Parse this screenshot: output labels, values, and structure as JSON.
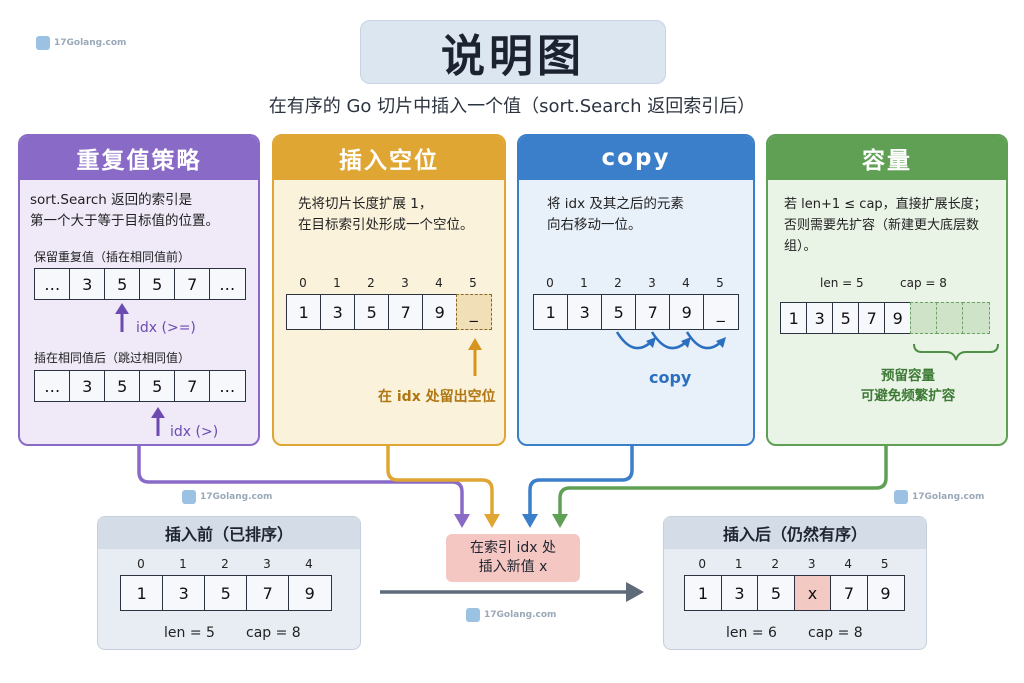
{
  "title": "说明图",
  "subtitle": "在有序的 Go 切片中插入一个值（sort.Search 返回索引后）",
  "watermark": "17Golang.com",
  "colors": {
    "purple": "#8a6ac7",
    "orange": "#e0a633",
    "blue": "#3b7ec9",
    "green": "#5fa055",
    "highlight": "#f4c7c2"
  },
  "panel1": {
    "header": "重复值策略",
    "text_line1": "sort.Search 返回的索引是",
    "text_line2": "第一个大于等于目标值的位置。",
    "sub1_label": "保留重复值（插在相同值前）",
    "row1": [
      "…",
      "3",
      "5",
      "5",
      "7",
      "…"
    ],
    "arrow1_label": "idx (>=)",
    "sub2_label": "插在相同值后（跳过相同值）",
    "row2": [
      "…",
      "3",
      "5",
      "5",
      "7",
      "…"
    ],
    "arrow2_label": "idx (>)"
  },
  "panel2": {
    "header": "插入空位",
    "text_line1": "先将切片长度扩展 1，",
    "text_line2": "在目标索引处形成一个空位。",
    "indices": [
      "0",
      "1",
      "2",
      "3",
      "4",
      "5"
    ],
    "cells": [
      "1",
      "3",
      "5",
      "7",
      "9",
      "_"
    ],
    "caption": "在 idx 处留出空位"
  },
  "panel3": {
    "header": "copy",
    "text_line1": "将 idx 及其之后的元素",
    "text_line2": "向右移动一位。",
    "indices": [
      "0",
      "1",
      "2",
      "3",
      "4",
      "5"
    ],
    "cells": [
      "1",
      "3",
      "5",
      "7",
      "9",
      "_"
    ],
    "caption": "copy"
  },
  "panel4": {
    "header": "容量",
    "text_line1": "若 len+1 ≤ cap，直接扩展长度；",
    "text_line2": "否则需要先扩容（新建更大底层数组）。",
    "len_label": "len = 5",
    "cap_label": "cap = 8",
    "cells": [
      "1",
      "3",
      "5",
      "7",
      "9",
      "",
      "",
      ""
    ],
    "caption_line1": "预留容量",
    "caption_line2": "可避免频繁扩容"
  },
  "before": {
    "header": "插入前（已排序）",
    "indices": [
      "0",
      "1",
      "2",
      "3",
      "4"
    ],
    "cells": [
      "1",
      "3",
      "5",
      "7",
      "9"
    ],
    "len_label": "len = 5",
    "cap_label": "cap = 8"
  },
  "center": {
    "line1": "在索引 idx 处",
    "line2": "插入新值 x"
  },
  "after": {
    "header": "插入后（仍然有序）",
    "indices": [
      "0",
      "1",
      "2",
      "3",
      "4",
      "5"
    ],
    "cells": [
      "1",
      "3",
      "5",
      "x",
      "7",
      "9"
    ],
    "len_label": "len = 6",
    "cap_label": "cap = 8"
  }
}
